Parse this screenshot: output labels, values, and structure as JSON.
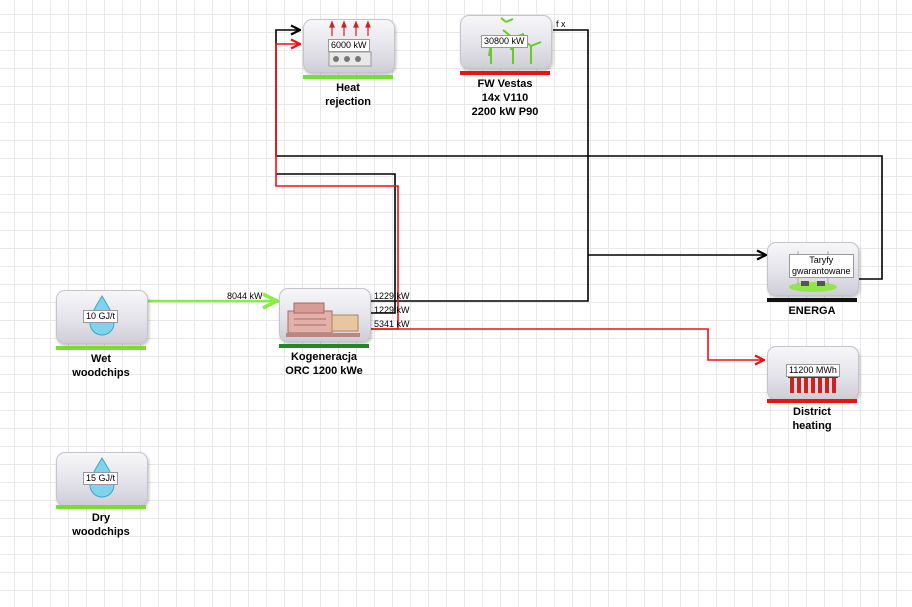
{
  "nodes": {
    "heat_rejection": {
      "value": "6000 kW",
      "label_line1": "Heat",
      "label_line2": "rejection",
      "bar_color": "#77dd33"
    },
    "wind_farm": {
      "value": "30800 kW",
      "label_line1": "FW Vestas",
      "label_line2": "14x V110",
      "label_line3": "2200 kW P90",
      "bar_color": "#ee1111",
      "note": "f x"
    },
    "wet_woodchips": {
      "value": "10 GJ/t",
      "label_line1": "Wet",
      "label_line2": "woodchips",
      "bar_color": "#77dd33"
    },
    "cogeneration": {
      "label_line1": "Kogeneracja",
      "label_line2": "ORC 1200 kWe",
      "bar_color": "#228822"
    },
    "energa": {
      "value_line1": "Taryfy",
      "value_line2": "gwarantowane",
      "label_line1": "ENERGA",
      "bar_color": "#111111"
    },
    "district_heating": {
      "value": "11200 MWh",
      "label_line1": "District",
      "label_line2": "heating",
      "bar_color": "#ee1111"
    },
    "dry_woodchips": {
      "value": "15 GJ/t",
      "label_line1": "Dry",
      "label_line2": "woodchips",
      "bar_color": "#77dd33"
    }
  },
  "flows": {
    "fuel_in": "8044 kW",
    "out1": "1229 kW",
    "out2": "1229 kW",
    "out3": "5341 kW"
  },
  "colors": {
    "electric": "#000000",
    "heat": "#ee1111",
    "fuel": "#88ee44"
  }
}
